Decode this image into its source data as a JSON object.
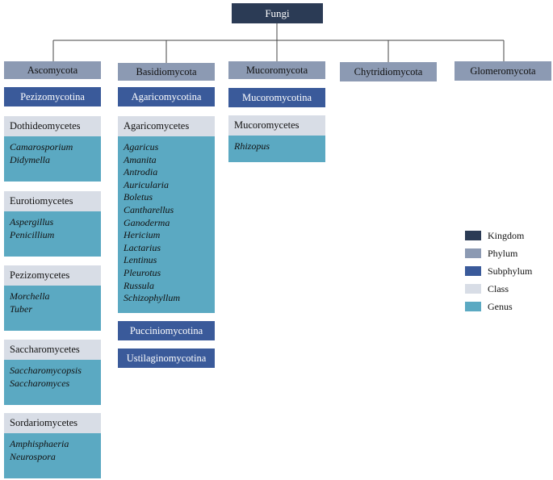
{
  "kingdom": "Fungi",
  "phyla": [
    "Ascomycota",
    "Basidiomycota",
    "Mucoromycota",
    "Chytridiomycota",
    "Glomeromycota"
  ],
  "subphyla": {
    "ascomycota": [
      "Pezizomycotina"
    ],
    "basidiomycota": [
      "Agaricomycotina",
      "Pucciniomycotina",
      "Ustilaginomycotina"
    ],
    "mucoromycota": [
      "Mucoromycotina"
    ]
  },
  "classes": {
    "dothideomycetes": {
      "name": "Dothideomycetes",
      "genera": [
        "Camarosporium",
        "Didymella"
      ]
    },
    "eurotiomycetes": {
      "name": "Eurotiomycetes",
      "genera": [
        "Aspergillus",
        "Penicillium"
      ]
    },
    "pezizomycetes": {
      "name": "Pezizomycetes",
      "genera": [
        "Morchella",
        "Tuber"
      ]
    },
    "saccharomycetes": {
      "name": "Saccharomycetes",
      "genera": [
        "Saccharomycopsis",
        "Saccharomyces"
      ]
    },
    "sordariomycetes": {
      "name": "Sordariomycetes",
      "genera": [
        "Amphisphaeria",
        "Neurospora"
      ]
    },
    "agaricomycetes": {
      "name": "Agaricomycetes",
      "genera": [
        "Agaricus",
        "Amanita",
        "Antrodia",
        "Auricularia",
        "Boletus",
        "Cantharellus",
        "Ganoderma",
        "Hericium",
        "Lactarius",
        "Lentinus",
        "Pleurotus",
        "Russula",
        "Schizophyllum"
      ]
    },
    "mucoromycetes": {
      "name": "Mucoromycetes",
      "genera": [
        "Rhizopus"
      ]
    }
  },
  "legend": [
    {
      "label": "Kingdom",
      "color": "#2b3b55"
    },
    {
      "label": "Phylum",
      "color": "#8c9ab3"
    },
    {
      "label": "Subphylum",
      "color": "#3a5a9a"
    },
    {
      "label": "Class",
      "color": "#d8dde6"
    },
    {
      "label": "Genus",
      "color": "#5ba9c2"
    }
  ]
}
